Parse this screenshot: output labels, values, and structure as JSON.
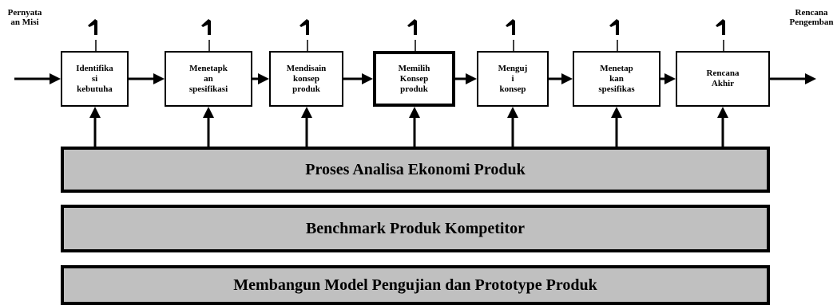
{
  "input_label": "Pernyata\nan Misi",
  "output_label": "Rencana\nPengemban",
  "steps": [
    {
      "label": "Identifika\nsi\nkebutuha",
      "highlight": false
    },
    {
      "label": "Menetapk\nan\nspesifikasi",
      "highlight": false
    },
    {
      "label": "Mendisain\nkonsep\nproduk",
      "highlight": false
    },
    {
      "label": "Memilih\nKonsep\nproduk",
      "highlight": true
    },
    {
      "label": "Menguj\ni\nkonsep",
      "highlight": false
    },
    {
      "label": "Menetap\nkan\nspesifikas",
      "highlight": false
    },
    {
      "label": "Rencana\nAkhir",
      "highlight": false
    }
  ],
  "support_processes": [
    {
      "label": "Proses Analisa Ekonomi Produk"
    },
    {
      "label": "Benchmark Produk Kompetitor"
    },
    {
      "label": "Membangun Model Pengujian dan Prototype Produk"
    }
  ]
}
